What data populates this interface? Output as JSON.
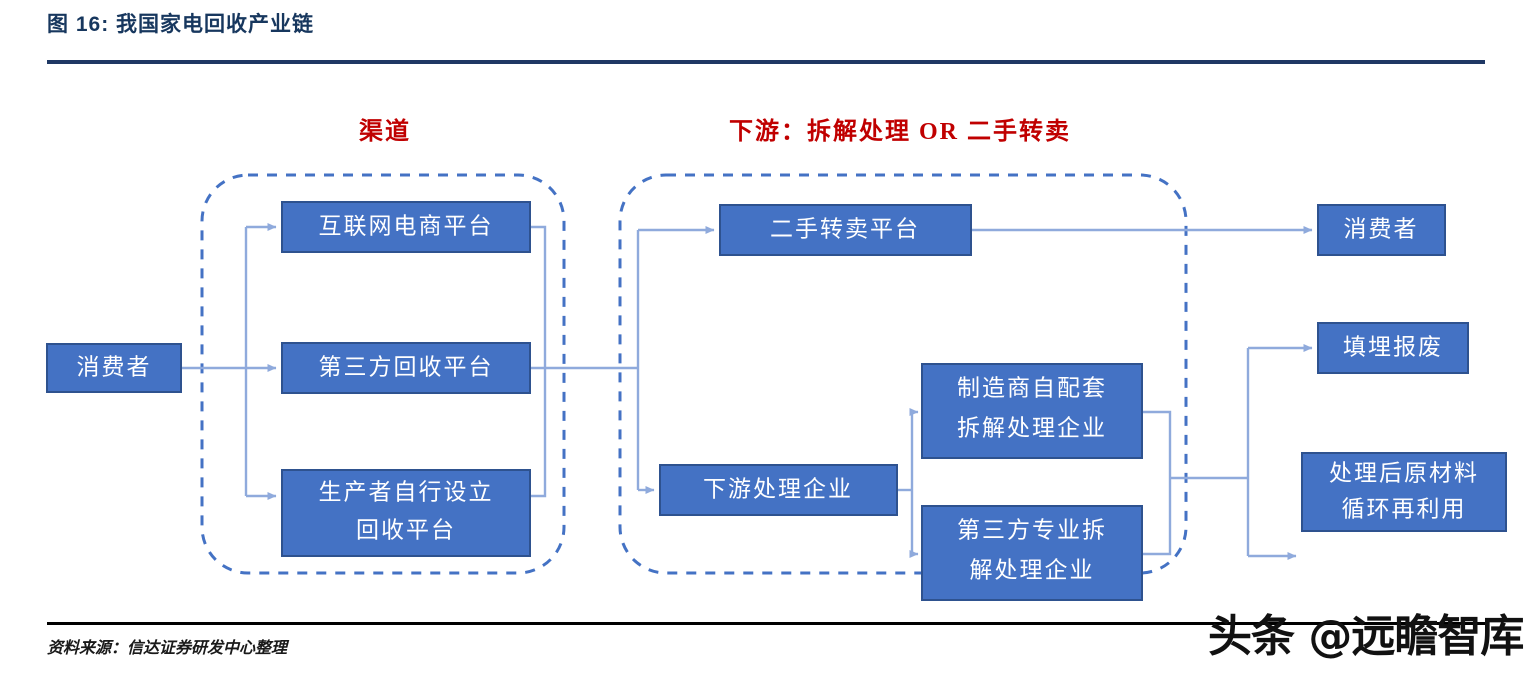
{
  "header": {
    "figure_label": "图 16:",
    "title": "我国家电回收产业链",
    "full_title": "图 16: 我国家电回收产业链"
  },
  "footer": {
    "source": "资料来源：信达证券研发中心整理",
    "watermark": "头条 @远瞻智库"
  },
  "colors": {
    "title_text": "#17375E",
    "title_rule": "#1F3864",
    "footer_rule": "#000000",
    "node_fill": "#4472C4",
    "node_stroke": "#2E528F",
    "node_text": "#FFFFFF",
    "group_label": "#C00000",
    "connector": "#8FAADC",
    "container_dash": "#4472C4"
  },
  "groups": [
    {
      "id": "channel",
      "label": "渠道"
    },
    {
      "id": "downstream",
      "label": "下游：拆解处理 OR 二手转卖"
    }
  ],
  "nodes": [
    {
      "id": "consumer-in",
      "label": "消费者",
      "lines": [
        "消费者"
      ]
    },
    {
      "id": "ecommerce-platform",
      "label": "互联网电商平台",
      "lines": [
        "互联网电商平台"
      ]
    },
    {
      "id": "third-party-recycle",
      "label": "第三方回收平台",
      "lines": [
        "第三方回收平台"
      ]
    },
    {
      "id": "producer-platform",
      "label": "生产者自行设立回收平台",
      "lines": [
        "生产者自行设立",
        "回收平台"
      ]
    },
    {
      "id": "resale-platform",
      "label": "二手转卖平台",
      "lines": [
        "二手转卖平台"
      ]
    },
    {
      "id": "downstream-proc",
      "label": "下游处理企业",
      "lines": [
        "下游处理企业"
      ]
    },
    {
      "id": "maker-dismantle",
      "label": "制造商自配套拆解处理企业",
      "lines": [
        "制造商自配套",
        "拆解处理企业"
      ]
    },
    {
      "id": "thirdparty-dismantle",
      "label": "第三方专业拆解处理企业",
      "lines": [
        "第三方专业拆",
        "解处理企业"
      ]
    },
    {
      "id": "consumer-out",
      "label": "消费者",
      "lines": [
        "消费者"
      ]
    },
    {
      "id": "landfill",
      "label": "填埋报废",
      "lines": [
        "填埋报废"
      ]
    },
    {
      "id": "material-reuse",
      "label": "处理后原材料循环再利用",
      "lines": [
        "处理后原材料",
        "循环再利用"
      ]
    }
  ],
  "chart_data": {
    "type": "diagram",
    "title": "我国家电回收产业链",
    "flow": [
      {
        "from": "消费者",
        "to": "互联网电商平台"
      },
      {
        "from": "消费者",
        "to": "第三方回收平台"
      },
      {
        "from": "消费者",
        "to": "生产者自行设立回收平台"
      },
      {
        "from": "互联网电商平台",
        "to": "二手转卖平台"
      },
      {
        "from": "互联网电商平台",
        "to": "下游处理企业"
      },
      {
        "from": "第三方回收平台",
        "to": "二手转卖平台"
      },
      {
        "from": "第三方回收平台",
        "to": "下游处理企业"
      },
      {
        "from": "生产者自行设立回收平台",
        "to": "二手转卖平台"
      },
      {
        "from": "生产者自行设立回收平台",
        "to": "下游处理企业"
      },
      {
        "from": "二手转卖平台",
        "to": "消费者"
      },
      {
        "from": "下游处理企业",
        "to": "制造商自配套拆解处理企业"
      },
      {
        "from": "下游处理企业",
        "to": "第三方专业拆解处理企业"
      },
      {
        "from": "制造商自配套拆解处理企业",
        "to": "填埋报废"
      },
      {
        "from": "制造商自配套拆解处理企业",
        "to": "处理后原材料循环再利用"
      },
      {
        "from": "第三方专业拆解处理企业",
        "to": "填埋报废"
      },
      {
        "from": "第三方专业拆解处理企业",
        "to": "处理后原材料循环再利用"
      }
    ]
  }
}
